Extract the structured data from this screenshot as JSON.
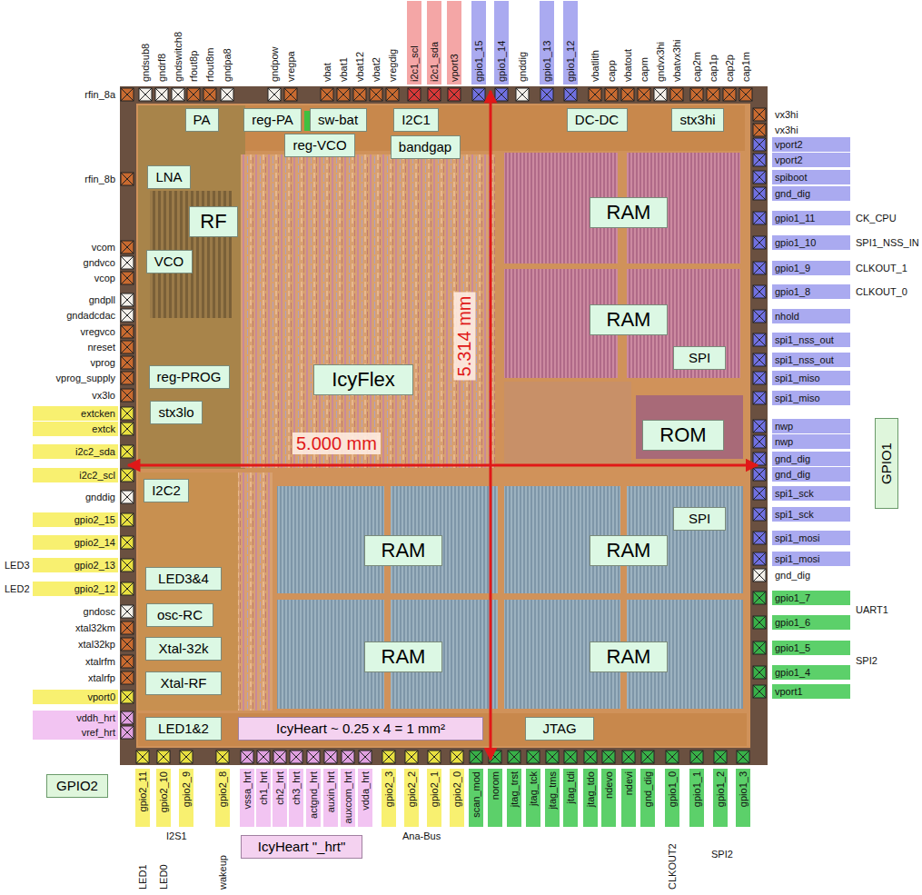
{
  "diagram": {
    "nodes": [
      {
        "text": [
          "PA"
        ]
      },
      {
        "text": [
          "reg-PA"
        ]
      },
      {
        "text": [
          "sw-bat"
        ]
      },
      {
        "text": [
          "I2C1"
        ]
      },
      {
        "text": [
          "reg-VCO"
        ]
      },
      {
        "text": [
          "bandgap"
        ]
      },
      {
        "text": [
          "DC-DC"
        ]
      },
      {
        "text": [
          "stx3hi"
        ]
      },
      {
        "text": [
          "LNA"
        ]
      },
      {
        "text": [
          "RF"
        ]
      },
      {
        "text": [
          "RAM"
        ]
      },
      {
        "text": [
          "VCO"
        ]
      },
      {
        "text": [
          "RAM"
        ]
      },
      {
        "text": [
          "IcyFlex"
        ]
      },
      {
        "text": [
          "reg-PROG"
        ]
      },
      {
        "text": [
          "SPI"
        ]
      },
      {
        "text": [
          "stx3lo"
        ]
      },
      {
        "text": [
          "ROM"
        ]
      },
      {
        "text": [
          "I2C2"
        ]
      },
      {
        "text": [
          "SPI"
        ]
      },
      {
        "text": [
          "RAM"
        ]
      },
      {
        "text": [
          "RAM"
        ]
      },
      {
        "text": [
          "LED3&4"
        ]
      },
      {
        "text": [
          "osc-RC"
        ]
      },
      {
        "text": [
          "RAM"
        ]
      },
      {
        "text": [
          "RAM"
        ]
      },
      {
        "text": [
          "Xtal-32k"
        ]
      },
      {
        "text": [
          "Xtal-RF"
        ]
      },
      {
        "text": [
          "LED1&2"
        ]
      },
      {
        "text": [
          "IcyHeart ~ 0.25 x 4 = 1 mm²"
        ]
      },
      {
        "text": [
          "JTAG"
        ]
      },
      {
        "text": [
          "GPIO1"
        ]
      },
      {
        "text": [
          "GPIO2"
        ]
      },
      {
        "text": [
          "IcyHeart \"_hrt\""
        ]
      }
    ],
    "labels": [
      "gndsub8",
      "gndrf8",
      "gndswitch8",
      "rfout8p",
      "rfout8m",
      "gndpa8",
      "gndpow",
      "vregpa",
      "vbat",
      "vbat1",
      "vbat12",
      "vbat2",
      "vregdig",
      "i2c1_scl",
      "i2c1_sda",
      "vport3",
      "gpio1_15",
      "gpio1_14",
      "gnddig",
      "gpio1_13",
      "gpio1_12",
      "vbatlith",
      "capp",
      "vbatout",
      "capm",
      "gndvx3hi",
      "vbatvx3hi",
      "cap2m",
      "cap1p",
      "cap2p",
      "cap1m",
      "rfin_8a",
      "rfin_8b",
      "vcom",
      "gndvco",
      "vcop",
      "gndpll",
      "gndadcdac",
      "vregvco",
      "nreset",
      "vprog",
      "vprog_supply",
      "vx3lo",
      "extcken",
      "extck",
      "i2c2_sda",
      "i2c2_scl",
      "gnddig",
      "gpio2_15",
      "gpio2_14",
      "LED3",
      "gpio2_13",
      "LED2",
      "gpio2_12",
      "gndosc",
      "xtal32km",
      "xtal32kp",
      "xtalrfm",
      "xtalrfp",
      "vport0",
      "vddh_hrt",
      "vref_hrt",
      "vx3hi",
      "vx3hi",
      "vport2",
      "vport2",
      "spiboot",
      "gnd_dig",
      "gpio1_11",
      "CK_CPU",
      "gpio1_10",
      "SPI1_NSS_IN",
      "gpio1_9",
      "CLKOUT_1",
      "gpio1_8",
      "CLKOUT_0",
      "nhold",
      "spi1_nss_out",
      "spi1_nss_out",
      "spi1_miso",
      "spi1_miso",
      "nwp",
      "nwp",
      "gnd_dig",
      "gnd_dig",
      "spi1_sck",
      "spi1_sck",
      "spi1_mosi",
      "spi1_mosi",
      "gnd_dig",
      "gpio1_7",
      "UART1",
      "gpio1_6",
      "gpio1_5",
      "SPI2",
      "gpio1_4",
      "vport1",
      "gpio2_11",
      "gpio2_10",
      "gpio2_9",
      "gpio2_8",
      "vssa_hrt",
      "ch1_hrt",
      "ch2_hrt",
      "ch3_hrt",
      "actgnd_hrt",
      "auxin_hrt",
      "auxcom_hrt",
      "vdda_hrt",
      "gpio2_3",
      "gpio2_2",
      "gpio2_1",
      "gpio2_0",
      "scan_mod",
      "norom",
      "jtag_trst",
      "jtag_tck",
      "jtag_tms",
      "jtag_tdi",
      "jtag_tdo",
      "ndevo",
      "ndevi",
      "gnd_dig",
      "gpio1_0",
      "gpio1_1",
      "gpio1_2",
      "gpio1_3",
      "LED1",
      "LED0",
      "I2S1",
      "wakeup",
      "Ana-Bus",
      "CLKOUT2",
      "SPI2",
      "5.314 mm",
      "5.000 mm"
    ]
  }
}
